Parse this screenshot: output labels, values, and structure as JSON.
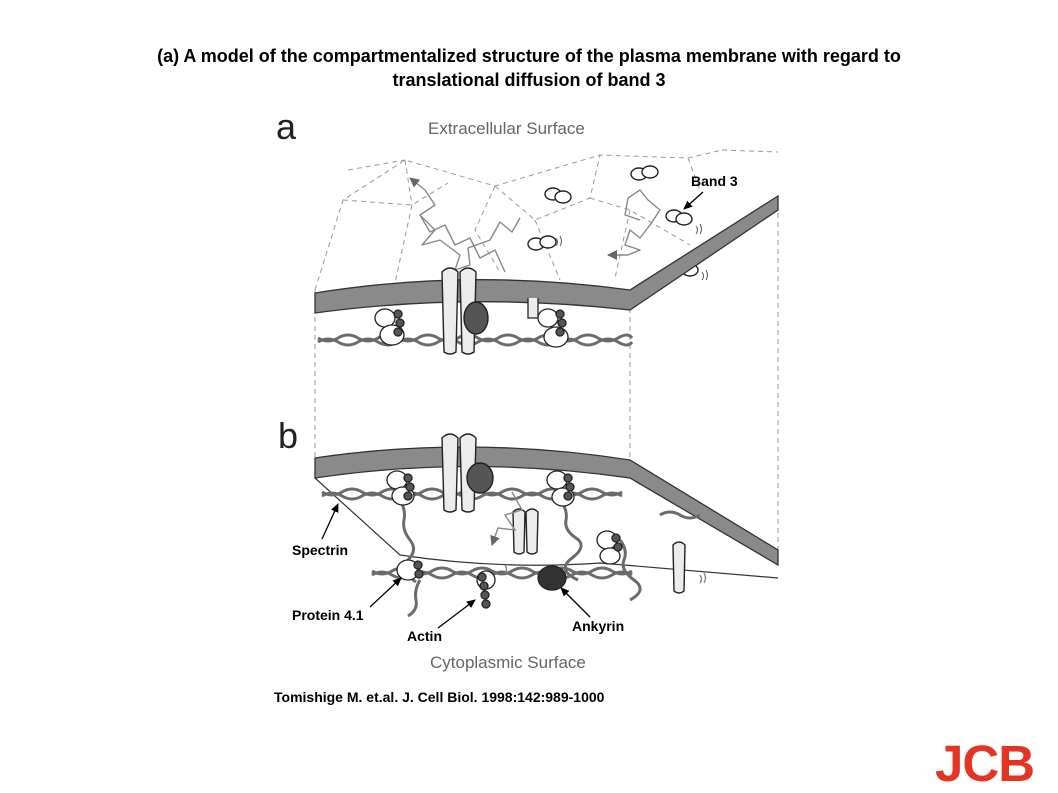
{
  "title": {
    "line1": "(a) A model of the compartmentalized structure of the plasma membrane with regard to",
    "line2": "translational diffusion of band 3"
  },
  "figure": {
    "panels": [
      {
        "letter": "a",
        "label": "Extracellular Surface"
      },
      {
        "letter": "b",
        "label": "Cytoplasmic Surface"
      }
    ],
    "callouts": {
      "band3": "Band 3",
      "spectrin": "Spectrin",
      "protein41": "Protein 4.1",
      "actin": "Actin",
      "ankyrin": "Ankyrin"
    }
  },
  "citation": "Tomishige M. et.al. J. Cell Biol. 1998:142:989-1000",
  "brand": {
    "text": "JCB",
    "color": "#e43524"
  },
  "colors": {
    "membrane": "#8a8a8a",
    "protein_dark": "#555555",
    "spectrin": "#6b6b6b"
  }
}
